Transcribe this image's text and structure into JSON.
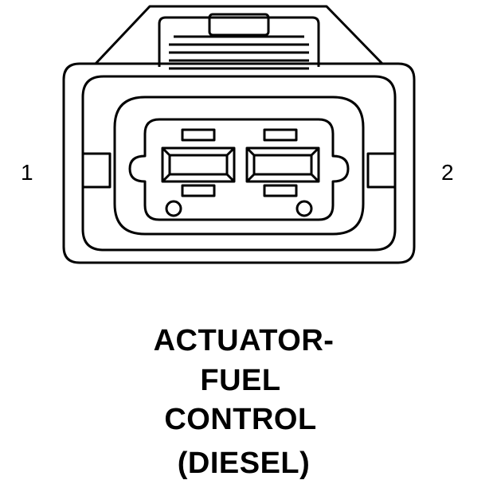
{
  "pins": {
    "left": "1",
    "right": "2"
  },
  "caption": {
    "line1": "ACTUATOR-",
    "line2": "FUEL",
    "line3": "CONTROL",
    "line4": "(DIESEL)"
  },
  "colors": {
    "stroke": "#000000",
    "background": "#ffffff"
  }
}
